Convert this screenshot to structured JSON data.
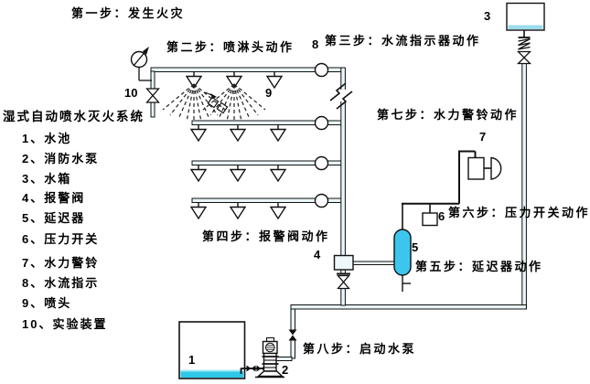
{
  "diagram_title": "湿式自动喷水灭火系统",
  "legend": {
    "title": "湿式自动喷水灭火系统",
    "items": [
      "1、水池",
      "2、消防水泵",
      "3、水箱",
      "4、报警阀",
      "5、延迟器",
      "6、压力开关",
      "7、水力警铃",
      "8、水流指示",
      "9、喷头",
      "10、实验装置"
    ]
  },
  "steps": [
    "第一步：发生火灾",
    "第二步：喷淋头动作",
    "第三步：水流指示器动作",
    "第四步：报警阀动作",
    "第五步：延迟器动作",
    "第六步：压力开关动作",
    "第七步：水力警铃动作",
    "第八步：启动水泵"
  ],
  "component_labels": {
    "pool": "1",
    "pump": "2",
    "tank": "3",
    "alarm_valve": "4",
    "delayer": "5",
    "pressure_switch": "6",
    "bell": "7",
    "flow_indicator": "8",
    "sprinkler": "9",
    "test_device": "10"
  },
  "colors": {
    "line": "#111111",
    "pipe_fill": "#e9f5f8",
    "pool_water": "#2ec8e8",
    "tank_water": "#9bdcec",
    "delayer_fill": "#3cc6ee"
  }
}
